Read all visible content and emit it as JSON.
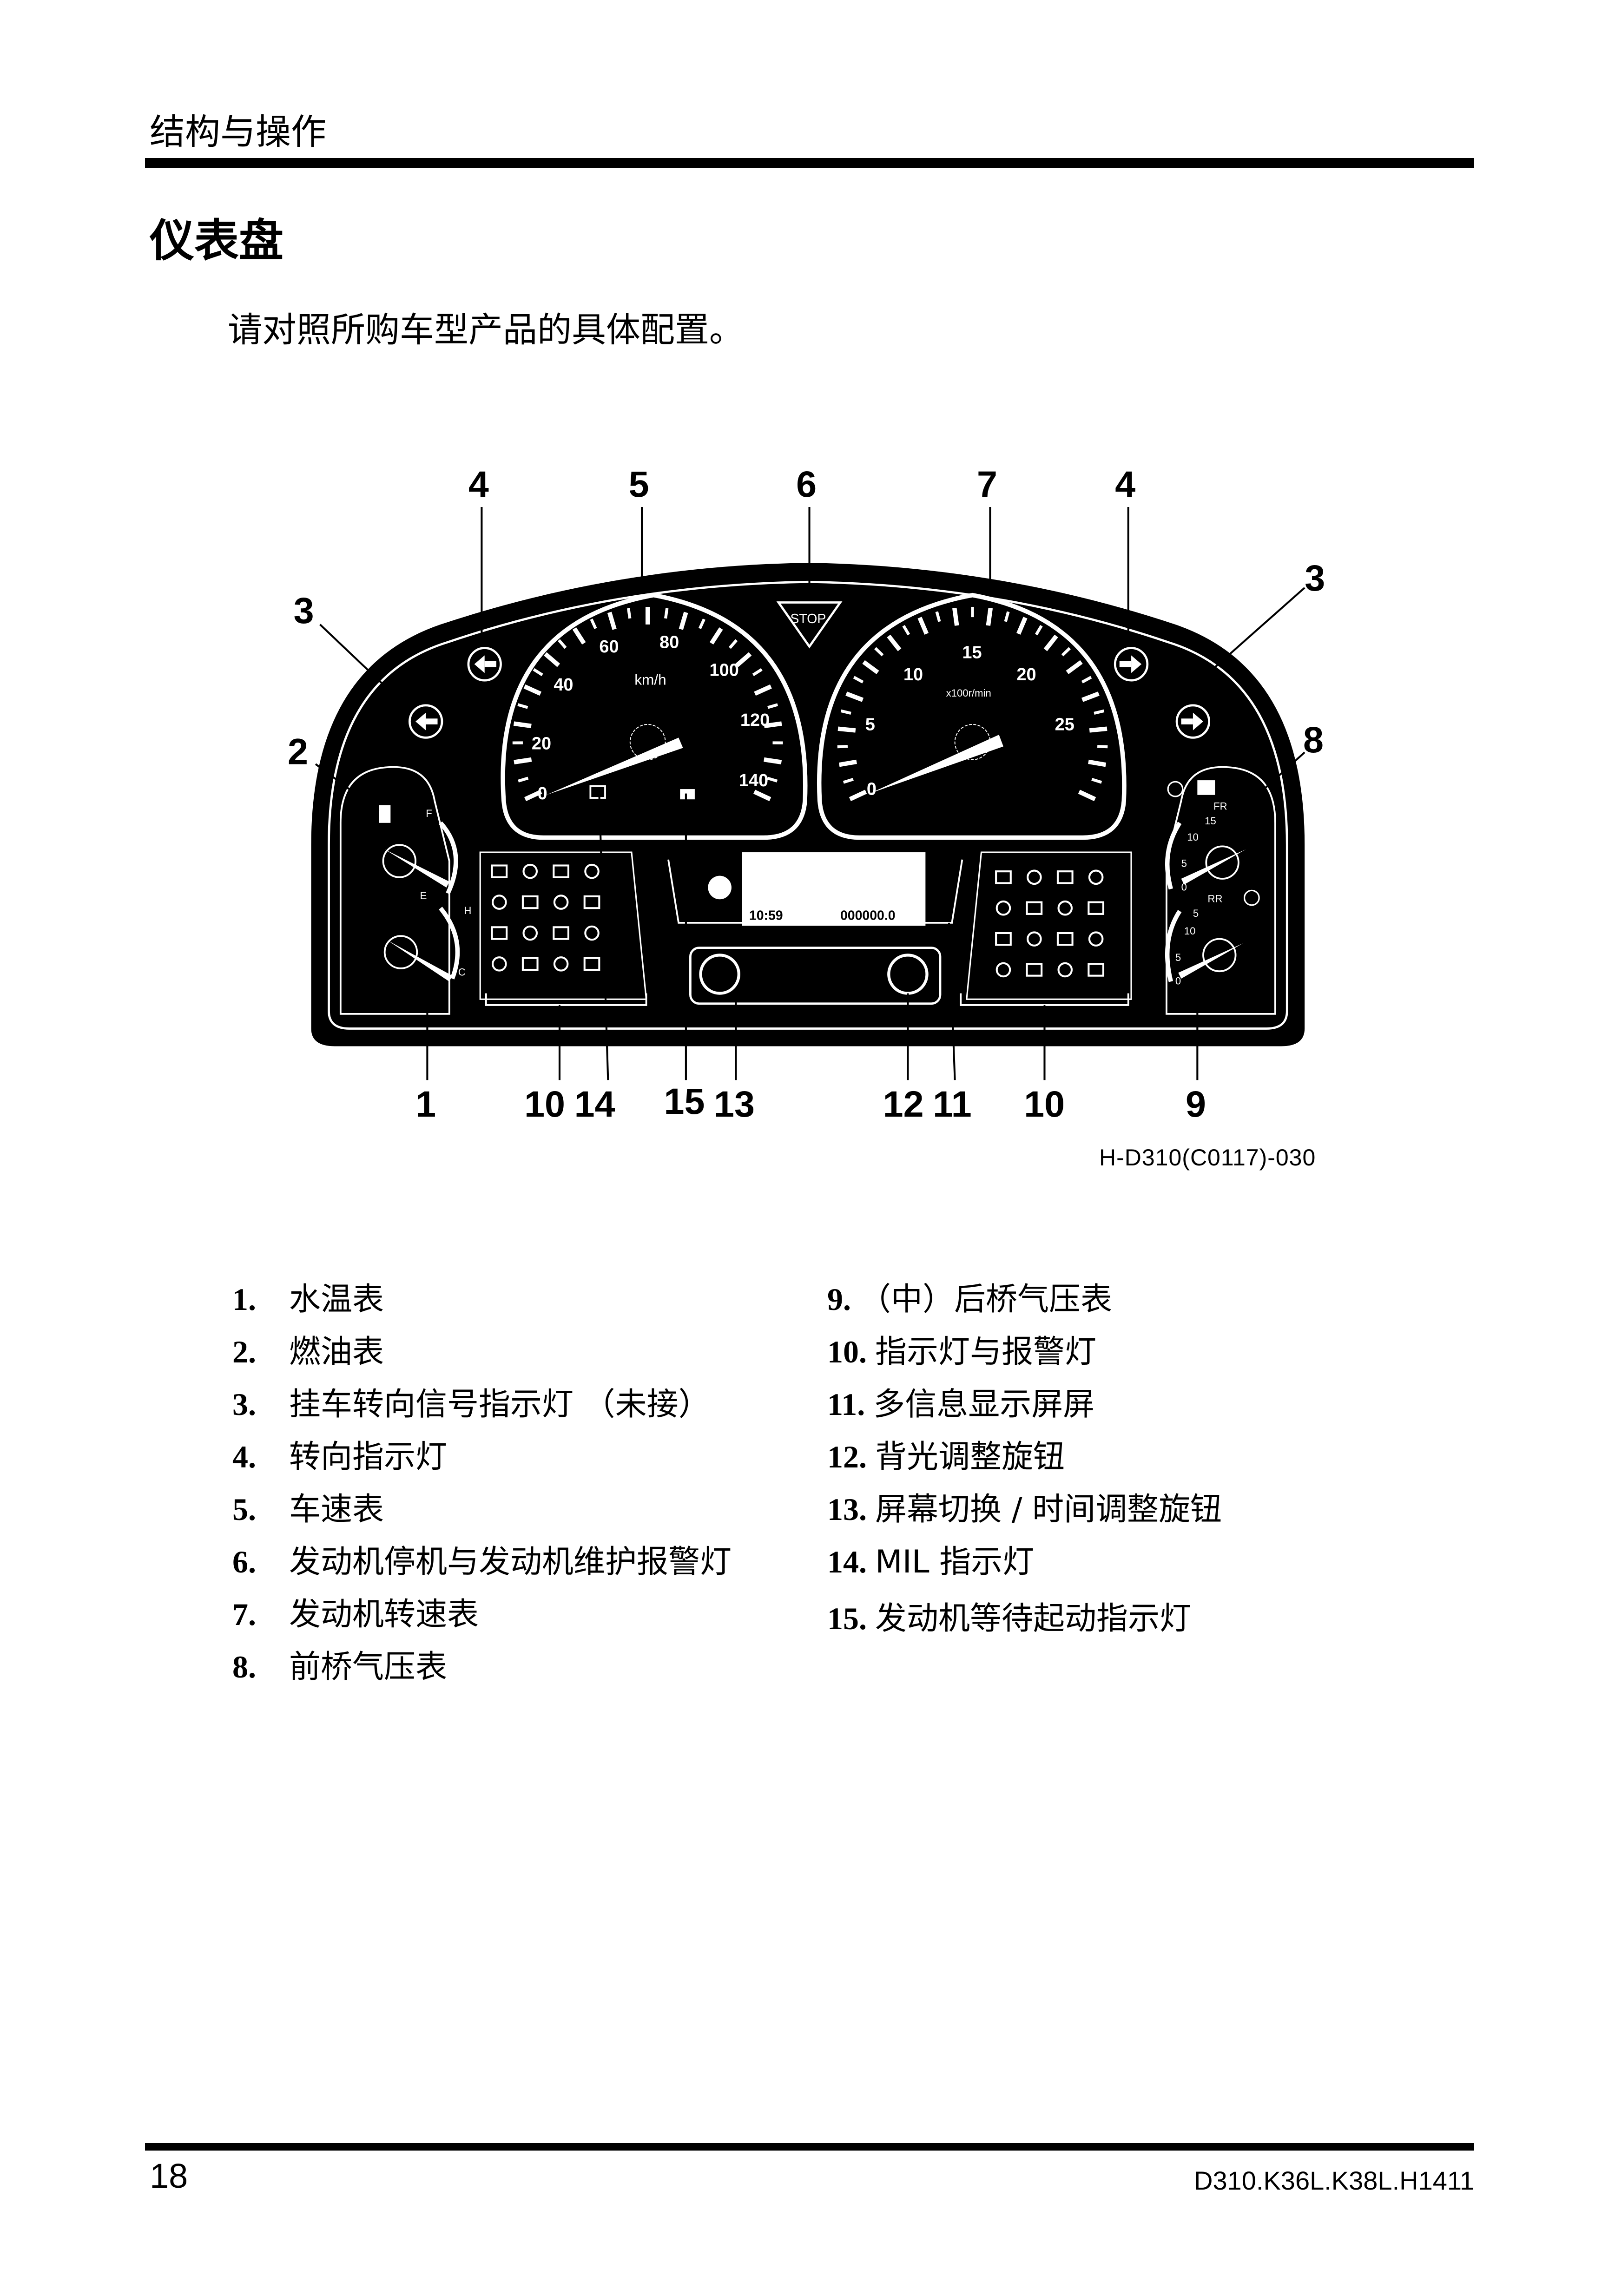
{
  "header": {
    "section": "结构与操作"
  },
  "title": "仪表盘",
  "subtitle": "请对照所购车型产品的具体配置。",
  "diagram": {
    "figure_code": "H-D310(C0117)-030",
    "callouts": {
      "top": [
        "4",
        "5",
        "6",
        "7",
        "4"
      ],
      "left_3": "3",
      "right_3": "3",
      "left_2": "2",
      "right_8": "8",
      "bottom": [
        "1",
        "10",
        "14",
        "15",
        "13",
        "12",
        "11",
        "10",
        "9"
      ]
    },
    "speedometer": {
      "unit": "km/h",
      "labels": [
        "0",
        "20",
        "40",
        "60",
        "80",
        "100",
        "120",
        "140"
      ]
    },
    "tachometer": {
      "unit": "x100r/min",
      "labels": [
        "0",
        "5",
        "10",
        "15",
        "20",
        "25"
      ]
    },
    "stop_lamp": "STOP",
    "fuel_gauge": {
      "full": "F",
      "empty": "E"
    },
    "temp_gauge": {
      "hot": "H",
      "cold": "C"
    },
    "front_air_gauge": {
      "label": "FR",
      "labels": [
        "15",
        "10",
        "5",
        "0"
      ]
    },
    "rear_air_gauge": {
      "label": "RR",
      "labels": [
        "5",
        "10",
        "5",
        "0"
      ]
    },
    "display": {
      "clock": "10:59",
      "odometer": "000000.0"
    }
  },
  "legend": {
    "left": [
      {
        "num": "1.",
        "text": "水温表"
      },
      {
        "num": "2.",
        "text": "燃油表"
      },
      {
        "num": "3.",
        "text": "挂车转向信号指示灯 （未接）"
      },
      {
        "num": "4.",
        "text": "转向指示灯"
      },
      {
        "num": "5.",
        "text": "车速表"
      },
      {
        "num": "6.",
        "text": "发动机停机与发动机维护报警灯"
      },
      {
        "num": "7.",
        "text": "发动机转速表"
      },
      {
        "num": "8.",
        "text": "前桥气压表"
      }
    ],
    "right": [
      {
        "num": "9.",
        "text": "（中）后桥气压表"
      },
      {
        "num": "10.",
        "text": "指示灯与报警灯"
      },
      {
        "num": "11.",
        "text": "多信息显示屏屏"
      },
      {
        "num": "12.",
        "text": "背光调整旋钮"
      },
      {
        "num": "13.",
        "text": "屏幕切换 / 时间调整旋钮"
      },
      {
        "num": "14.",
        "text": "MIL 指示灯"
      },
      {
        "num": "15.",
        "text": "发动机等待起动指示灯"
      }
    ]
  },
  "footer": {
    "page": "18",
    "doc_code": "D310.K36L.K38L.H1411"
  }
}
